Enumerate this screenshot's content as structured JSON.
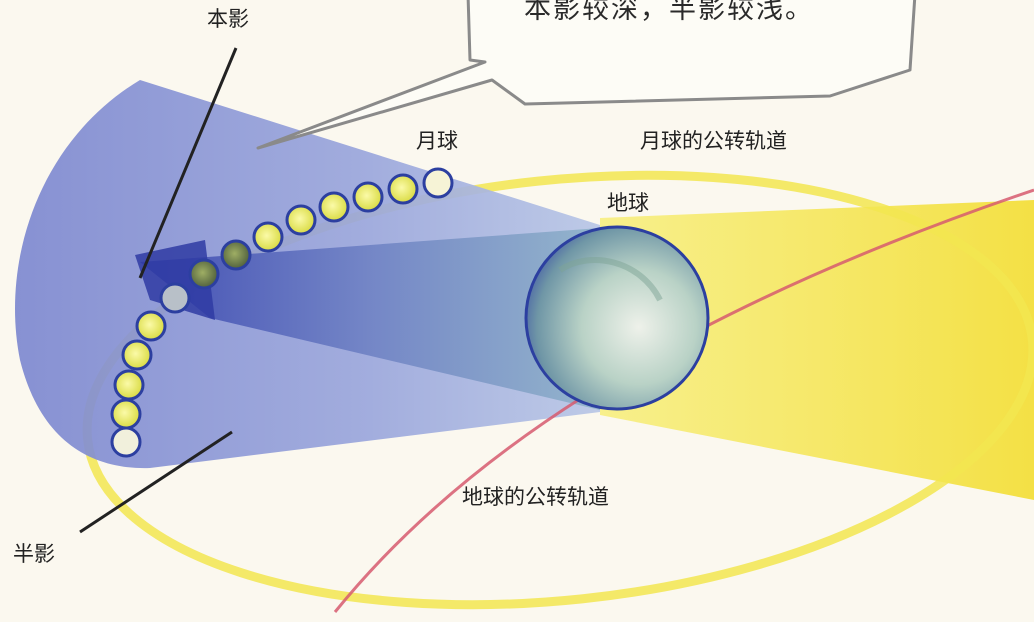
{
  "labels": {
    "umbra": "本影",
    "penumbra": "半影",
    "moon": "月球",
    "moon_orbit": "月球的公转轨道",
    "earth": "地球",
    "earth_orbit": "地球的公转轨道"
  },
  "speech_bubble": {
    "text": "本影较深，半影较浅。"
  },
  "colors": {
    "background": "#fbf8ef",
    "sunlight": "#f5e84a",
    "penumbra": "#8c97d6",
    "umbra": "#3f4fb8",
    "earth_orbit": "#d65a6e",
    "earth": "#9fc3b4"
  }
}
